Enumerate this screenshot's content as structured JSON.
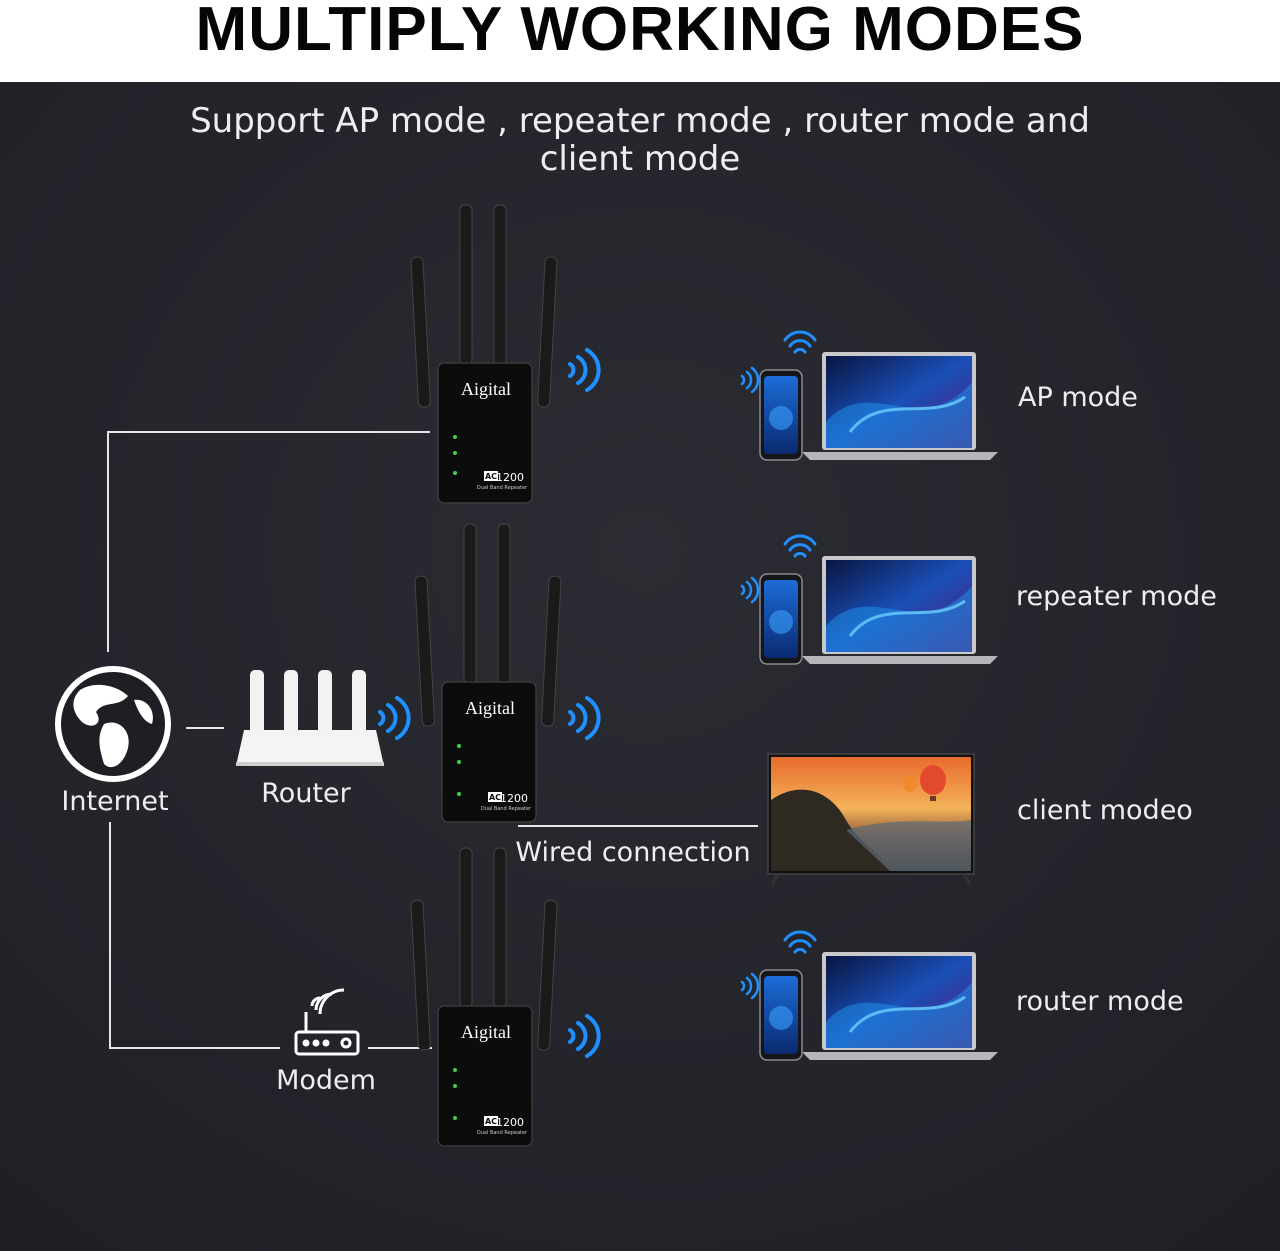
{
  "header": {
    "title": "MULTIPLY WORKING MODES"
  },
  "intro": {
    "line1": "Support AP mode , repeater mode , router mode and",
    "line2": "client mode"
  },
  "network": {
    "internet_label": "Internet",
    "router_label": "Router",
    "modem_label": "Modem",
    "wired_label": "Wired connection"
  },
  "devices": [
    {
      "brand": "Aigital",
      "badge": "AC",
      "model": "1200",
      "sub": "Dual Band Repeater"
    },
    {
      "brand": "Aigital",
      "badge": "AC",
      "model": "1200",
      "sub": "Dual Band Repeater"
    },
    {
      "brand": "Aigital",
      "badge": "AC",
      "model": "1200",
      "sub": "Dual Band Repeater"
    }
  ],
  "modes": [
    {
      "label": "AP mode",
      "client": "phone-laptop"
    },
    {
      "label": "repeater mode",
      "client": "phone-laptop"
    },
    {
      "label": "client modeo",
      "client": "tv"
    },
    {
      "label": "router mode",
      "client": "phone-laptop"
    }
  ],
  "colors": {
    "background": "#26272d",
    "signal": "#1e90ff",
    "line": "#e6e6e6",
    "text": "#eeeeee"
  }
}
